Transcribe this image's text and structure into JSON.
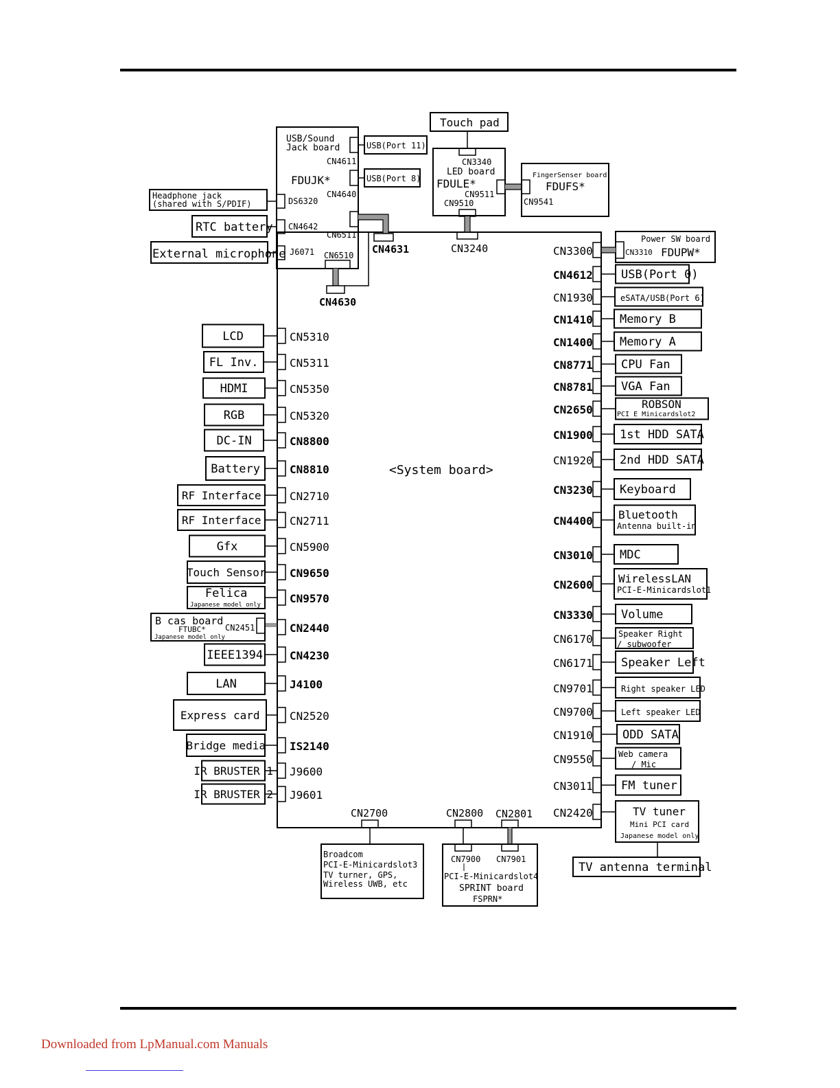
{
  "footer": {
    "link_text": "Downloaded from LpManual.com Manuals"
  },
  "board_label": "<System board>",
  "top": {
    "usb_board_title": "USB/Sound",
    "usb_board_subtitle": "Jack board",
    "usb_board_code": "FDUJK*",
    "usb_port11": "USB(Port 11)",
    "usb_port8": "USB(Port 8)",
    "cn4611": "CN4611",
    "cn4640": "CN4640",
    "ds6320": "DS6320",
    "cn4642": "CN4642",
    "cn6511": "CN6511",
    "j6071": "J6071",
    "cn6510": "CN6510",
    "headphone_line1": "Headphone jack",
    "headphone_line2": "(shared with S/PDIF)",
    "rtc_battery": "RTC battery",
    "ext_mic": "External microphone",
    "touch_pad": "Touch pad",
    "cn3340": "CN3340",
    "led_board": "LED board",
    "fdule": "FDULE*",
    "cn9511": "CN9511",
    "cn9510": "CN9510",
    "finger_board": "FingerSenser board",
    "fdufs": "FDUFS*",
    "cn9541": "CN9541",
    "cn4631": "CN4631",
    "cn3240": "CN3240",
    "cn4630": "CN4630"
  },
  "left_devices": [
    {
      "device": "LCD",
      "conn": "CN5310"
    },
    {
      "device": "FL Inv.",
      "conn": "CN5311"
    },
    {
      "device": "HDMI",
      "conn": "CN5350"
    },
    {
      "device": "RGB",
      "conn": "CN5320"
    },
    {
      "device": "DC-IN",
      "conn": "CN8800"
    },
    {
      "device": "Battery",
      "conn": "CN8810"
    },
    {
      "device": "RF Interface",
      "conn": "CN2710"
    },
    {
      "device": "RF Interface",
      "conn": "CN2711"
    },
    {
      "device": "Gfx",
      "conn": "CN5900"
    },
    {
      "device": "Touch Sensor",
      "conn": "CN9650"
    },
    {
      "device": "Felica",
      "sub": "Japanese model only",
      "conn": "CN9570"
    },
    {
      "device": "B cas board",
      "sub2": "FTUBC*",
      "sub": "Japanese model only",
      "inner": "CN2451",
      "conn": "CN2440"
    },
    {
      "device": "IEEE1394",
      "conn": "CN4230"
    },
    {
      "device": "LAN",
      "conn": "J4100"
    },
    {
      "device": "Express card",
      "conn": "CN2520"
    },
    {
      "device": "Bridge media",
      "conn": "IS2140"
    },
    {
      "device": "IR BRUSTER 1",
      "conn": "J9600"
    },
    {
      "device": "IR BRUSTER 2",
      "conn": "J9601"
    }
  ],
  "right_devices": [
    {
      "conn": "CN3300",
      "device": "Power SW board",
      "inner": "CN3310",
      "sub": "FDUPW*"
    },
    {
      "conn": "CN4612",
      "device": "USB(Port 0)"
    },
    {
      "conn": "CN1930",
      "device": "eSATA/USB(Port 6)"
    },
    {
      "conn": "CN1410",
      "device": "Memory B"
    },
    {
      "conn": "CN1400",
      "device": "Memory A"
    },
    {
      "conn": "CN8771",
      "device": "CPU Fan"
    },
    {
      "conn": "CN8781",
      "device": "VGA Fan"
    },
    {
      "conn": "CN2650",
      "device": "ROBSON",
      "sub": "PCI E Minicardslot2"
    },
    {
      "conn": "CN1900",
      "device": "1st HDD SATA"
    },
    {
      "conn": "CN1920",
      "device": "2nd HDD SATA"
    },
    {
      "conn": "CN3230",
      "device": "Keyboard"
    },
    {
      "conn": "CN4400",
      "device": "Bluetooth",
      "sub": "Antenna built-in"
    },
    {
      "conn": "CN3010",
      "device": "MDC"
    },
    {
      "conn": "CN2600",
      "device": "WirelessLAN",
      "sub": "PCI-E-Minicardslot1"
    },
    {
      "conn": "CN3330",
      "device": "Volume"
    },
    {
      "conn": "CN6170",
      "device": "Speaker Right",
      "sub": "/ subwoofer"
    },
    {
      "conn": "CN6171",
      "device": "Speaker Left"
    },
    {
      "conn": "CN9701",
      "device": "Right speaker LED"
    },
    {
      "conn": "CN9700",
      "device": "Left speaker LED"
    },
    {
      "conn": "CN1910",
      "device": "ODD SATA"
    },
    {
      "conn": "CN9550",
      "device": "Web camera",
      "sub": "/ Mic"
    },
    {
      "conn": "CN3011",
      "device": "FM tuner"
    },
    {
      "conn": "CN2420",
      "device": "TV tuner",
      "sub": "Mini PCI card",
      "sub3": "Japanese model only"
    }
  ],
  "tv_antenna": "TV antenna terminal",
  "bottom": {
    "cn2700": "CN2700",
    "cn2800": "CN2800",
    "cn2801": "CN2801",
    "broadcom_lines": [
      "Broadcom",
      "PCI-E-Minicardslot3",
      "TV turner, GPS,",
      "Wireless UWB, etc"
    ],
    "cn7900": "CN7900",
    "cn7901": "CN7901",
    "sprint_lines": [
      "PCI-E-Minicardslot4",
      "SPRINT board",
      "FSPRN*"
    ]
  }
}
